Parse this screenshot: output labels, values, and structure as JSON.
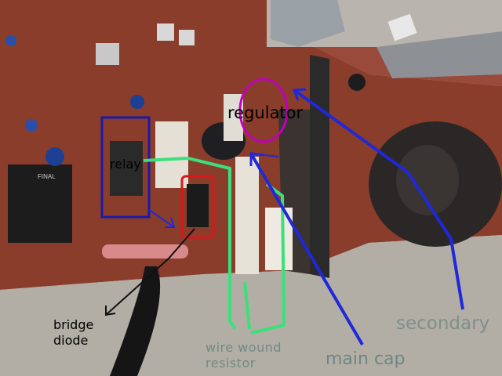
{
  "labels": {
    "relay": "relay",
    "regulator": "regulator",
    "bridge_line1": "bridge",
    "bridge_line2": "diode",
    "wire_line1": "wire wound",
    "wire_line2": "resistor",
    "main_cap": "main cap",
    "secondary": "secondary",
    "ic_marking": "FINAL"
  },
  "colors": {
    "board": "#8a3d2b",
    "floor": "#b8b4ad",
    "relay_box": "#1a1aa8",
    "diode_box": "#d81818",
    "regulator_circle": "#c000c0",
    "resistor_line": "#3ce07a",
    "arrow_blue": "#2028d8"
  }
}
